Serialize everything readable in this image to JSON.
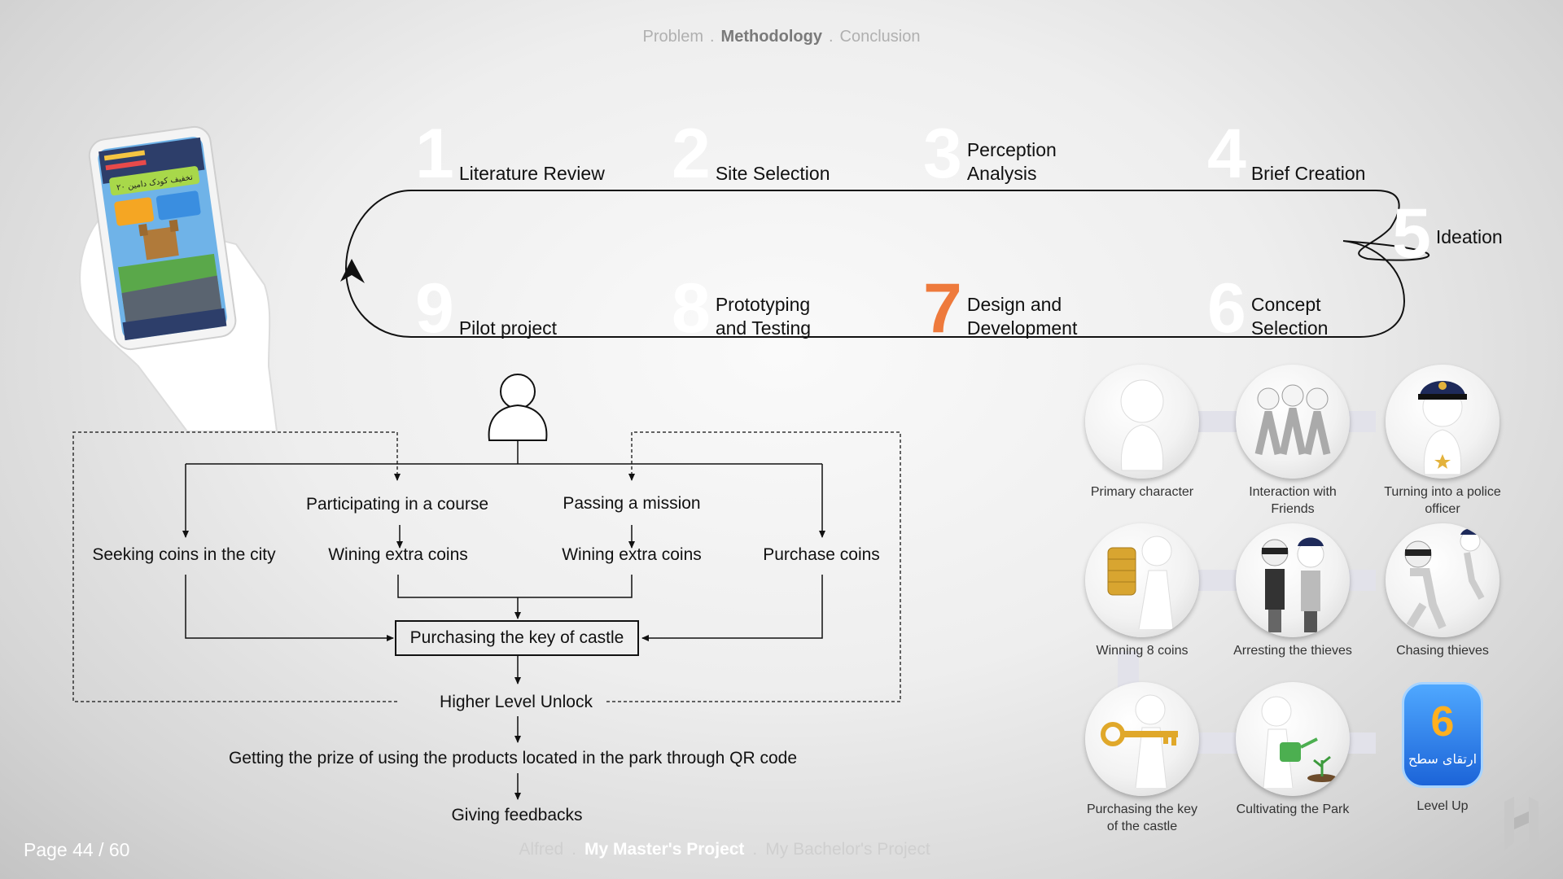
{
  "nav_top": {
    "items": [
      "Problem",
      "Methodology",
      "Conclusion"
    ],
    "current": "Methodology",
    "separator": "."
  },
  "nav_bottom": {
    "items": [
      "Alfred",
      "My Master's Project",
      "My Bachelor's Project"
    ],
    "current": "My Master's Project",
    "separator": "."
  },
  "page": {
    "label": "Page 44 / 60"
  },
  "process_steps": [
    {
      "number": "1",
      "label": "Literature Review"
    },
    {
      "number": "2",
      "label": "Site Selection"
    },
    {
      "number": "3",
      "label": "Perception Analysis"
    },
    {
      "number": "4",
      "label": "Brief Creation"
    },
    {
      "number": "5",
      "label": "Ideation"
    },
    {
      "number": "6",
      "label": "Concept Selection"
    },
    {
      "number": "7",
      "label": "Design and Development",
      "highlighted": true
    },
    {
      "number": "8",
      "label": "Prototyping and Testing"
    },
    {
      "number": "9",
      "label": "Pilot project"
    }
  ],
  "flowchart": {
    "actions": [
      "Participating in a course",
      "Passing a mission"
    ],
    "options": [
      "Seeking coins in the city",
      "Wining extra coins",
      "Wining extra coins",
      "Purchase coins"
    ],
    "key_box": "Purchasing the key of castle",
    "unlock": "Higher Level Unlock",
    "prize": "Getting the prize of using the products located in the park through QR code",
    "feedback": "Giving feedbacks"
  },
  "character_icons": [
    {
      "caption": "Primary character",
      "icon": "white-figure-icon"
    },
    {
      "caption": "Interaction with Friends",
      "icon": "figures-group-icon"
    },
    {
      "caption": "Turning into a police officer",
      "icon": "police-figure-icon"
    },
    {
      "caption": "Winning 8 coins",
      "icon": "figure-coins-icon"
    },
    {
      "caption": "Arresting the thieves",
      "icon": "arrest-icon"
    },
    {
      "caption": "Chasing thieves",
      "icon": "chase-icon"
    },
    {
      "caption": "Purchasing the key of the castle",
      "icon": "key-figure-icon"
    },
    {
      "caption": "Cultivating the Park",
      "icon": "watering-figure-icon"
    },
    {
      "caption": "Level Up",
      "icon": "level-up-badge-icon",
      "badge_number": "6",
      "badge_text": "ارتقای سطح"
    }
  ],
  "phone_mockup": {
    "banner_text": "۲۰ تخفیف کودک دامین",
    "icon": "phone-in-hand-icon"
  },
  "colors": {
    "highlight": "#ee7a3c",
    "step_number": "#ffffff",
    "badge_blue": "#2a7ee8"
  }
}
